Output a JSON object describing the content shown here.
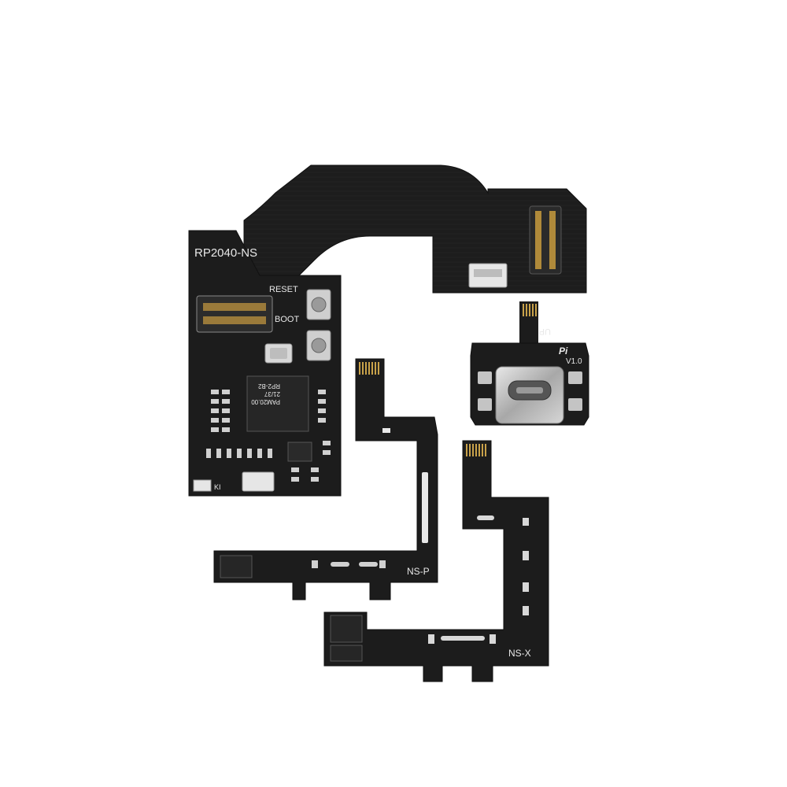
{
  "main_board": {
    "model_label": "RP2040-NS",
    "reset_label": "RESET",
    "boot_label": "BOOT",
    "chip_marking_line1": "RP2-B2",
    "chip_marking_line2": "21/37",
    "chip_marking_line3": "PAM20.00",
    "corner_mark": "KI"
  },
  "usb_board": {
    "up_label": "UP",
    "logo_text": "Pi",
    "version_label": "V1.0"
  },
  "flex_p": {
    "label": "NS-P"
  },
  "flex_x": {
    "label": "NS-X"
  },
  "colors": {
    "pcb": "#1c1c1c",
    "pcb_edge": "#111111",
    "silkscreen": "#e8e8e8",
    "gold": "#c9a24a",
    "background": "#ffffff"
  }
}
